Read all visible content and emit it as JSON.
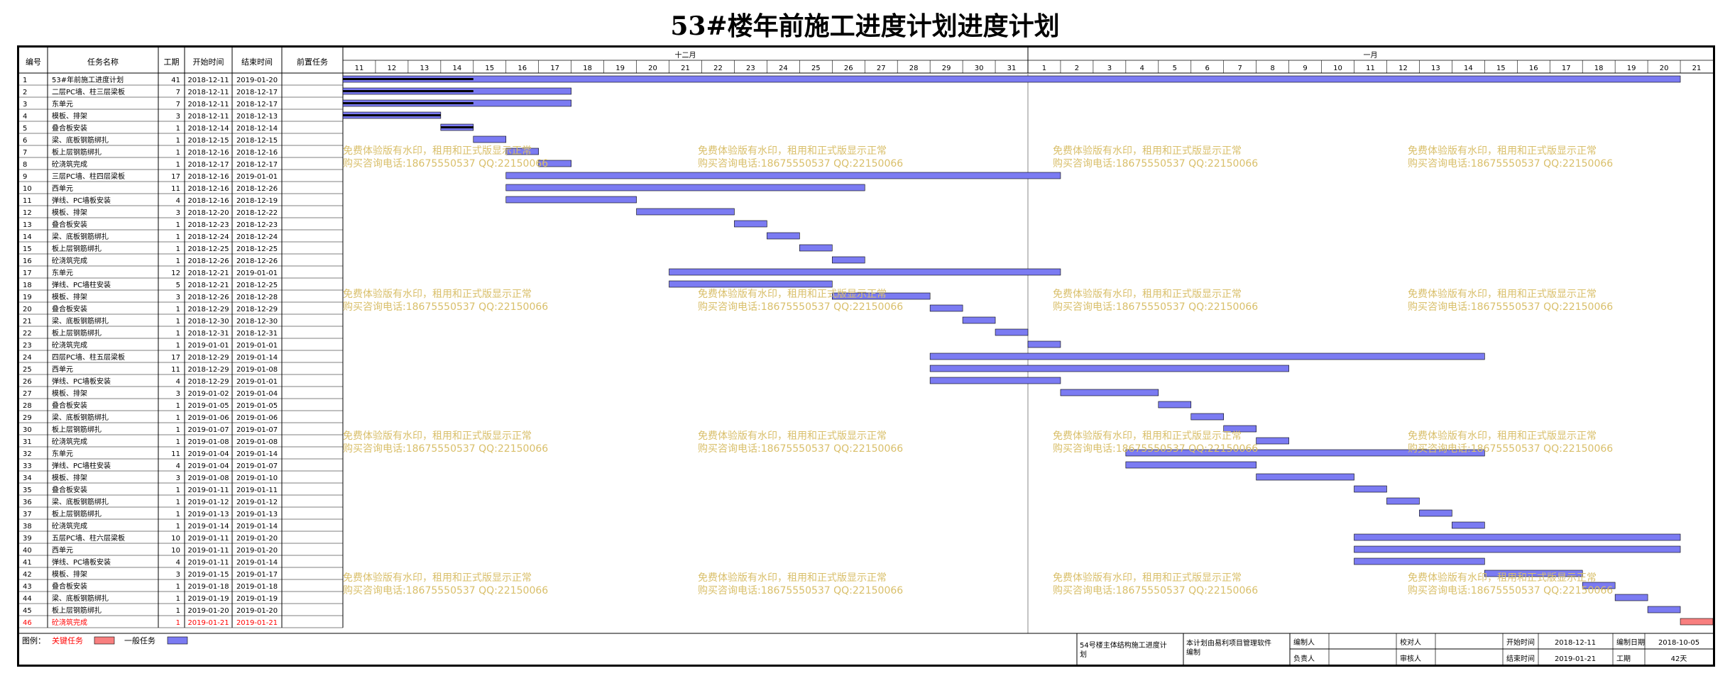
{
  "title": "53#楼年前施工进度计划进度计划",
  "headers": {
    "id": "编号",
    "name": "任务名称",
    "dur": "工期",
    "start": "开始时间",
    "end": "结束时间",
    "pred": "前置任务"
  },
  "months": [
    {
      "label": "十二月",
      "first_day": 11,
      "last_day": 31
    },
    {
      "label": "一月",
      "first_day": 1,
      "last_day": 21
    }
  ],
  "legend": {
    "label": "图例：",
    "critical": "关键任务",
    "normal": "一般任务"
  },
  "watermark": {
    "line1": "免费体验版有水印，租用和正式版显示正常",
    "line2": "购买咨询电话:18675550537 QQ:22150066"
  },
  "footer": {
    "plan_title": "54号楼主体结构施工进度计划",
    "software": "本计划由易利项目管理软件编制",
    "maker": "编制人",
    "checker": "校对人",
    "start_label": "开始时间",
    "start": "2018-12-11",
    "date_label": "编制日期",
    "date": "2018-10-05",
    "owner": "负责人",
    "reviewer": "审核人",
    "end_label": "结束时间",
    "end": "2019-01-21",
    "dur_label": "工期",
    "dur": "42天"
  },
  "chart_data": {
    "type": "gantt",
    "title": "53#楼年前施工进度计划进度计划",
    "x_range": [
      "2018-12-11",
      "2019-01-21"
    ],
    "colors": {
      "normal": "#7b7bf2",
      "critical": "#f87f7f",
      "summary": "#000000",
      "critical_text": "#ff0000"
    },
    "tasks": [
      {
        "id": "1",
        "name": "53#年前施工进度计划",
        "dur": "41",
        "start": "2018-12-11",
        "end": "2019-01-20",
        "summary": true
      },
      {
        "id": "2",
        "name": "二层PC墙、柱三层梁板",
        "dur": "7",
        "start": "2018-12-11",
        "end": "2018-12-17",
        "summary": true
      },
      {
        "id": "3",
        "name": "东单元",
        "dur": "7",
        "start": "2018-12-11",
        "end": "2018-12-17",
        "summary": true
      },
      {
        "id": "4",
        "name": "模板、排架",
        "dur": "3",
        "start": "2018-12-11",
        "end": "2018-12-13",
        "summary": true
      },
      {
        "id": "5",
        "name": "叠合板安装",
        "dur": "1",
        "start": "2018-12-14",
        "end": "2018-12-14",
        "summary": true
      },
      {
        "id": "6",
        "name": "梁、底板钢筋绑扎",
        "dur": "1",
        "start": "2018-12-15",
        "end": "2018-12-15"
      },
      {
        "id": "7",
        "name": "板上层钢筋绑扎",
        "dur": "1",
        "start": "2018-12-16",
        "end": "2018-12-16"
      },
      {
        "id": "8",
        "name": "砼浇筑完成",
        "dur": "1",
        "start": "2018-12-17",
        "end": "2018-12-17"
      },
      {
        "id": "9",
        "name": "三层PC墙、柱四层梁板",
        "dur": "17",
        "start": "2018-12-16",
        "end": "2019-01-01"
      },
      {
        "id": "10",
        "name": "西单元",
        "dur": "11",
        "start": "2018-12-16",
        "end": "2018-12-26"
      },
      {
        "id": "11",
        "name": "弹线、PC墙板安装",
        "dur": "4",
        "start": "2018-12-16",
        "end": "2018-12-19"
      },
      {
        "id": "12",
        "name": "模板、排架",
        "dur": "3",
        "start": "2018-12-20",
        "end": "2018-12-22"
      },
      {
        "id": "13",
        "name": "叠合板安装",
        "dur": "1",
        "start": "2018-12-23",
        "end": "2018-12-23"
      },
      {
        "id": "14",
        "name": "梁、底板钢筋绑扎",
        "dur": "1",
        "start": "2018-12-24",
        "end": "2018-12-24"
      },
      {
        "id": "15",
        "name": "板上层钢筋绑扎",
        "dur": "1",
        "start": "2018-12-25",
        "end": "2018-12-25"
      },
      {
        "id": "16",
        "name": "砼浇筑完成",
        "dur": "1",
        "start": "2018-12-26",
        "end": "2018-12-26"
      },
      {
        "id": "17",
        "name": "东单元",
        "dur": "12",
        "start": "2018-12-21",
        "end": "2019-01-01"
      },
      {
        "id": "18",
        "name": "弹线、PC墙柱安装",
        "dur": "5",
        "start": "2018-12-21",
        "end": "2018-12-25"
      },
      {
        "id": "19",
        "name": "模板、排架",
        "dur": "3",
        "start": "2018-12-26",
        "end": "2018-12-28"
      },
      {
        "id": "20",
        "name": "叠合板安装",
        "dur": "1",
        "start": "2018-12-29",
        "end": "2018-12-29"
      },
      {
        "id": "21",
        "name": "梁、底板钢筋绑扎",
        "dur": "1",
        "start": "2018-12-30",
        "end": "2018-12-30"
      },
      {
        "id": "22",
        "name": "板上层钢筋绑扎",
        "dur": "1",
        "start": "2018-12-31",
        "end": "2018-12-31"
      },
      {
        "id": "23",
        "name": "砼浇筑完成",
        "dur": "1",
        "start": "2019-01-01",
        "end": "2019-01-01"
      },
      {
        "id": "24",
        "name": "四层PC墙、柱五层梁板",
        "dur": "17",
        "start": "2018-12-29",
        "end": "2019-01-14"
      },
      {
        "id": "25",
        "name": "西单元",
        "dur": "11",
        "start": "2018-12-29",
        "end": "2019-01-08"
      },
      {
        "id": "26",
        "name": "弹线、PC墙板安装",
        "dur": "4",
        "start": "2018-12-29",
        "end": "2019-01-01"
      },
      {
        "id": "27",
        "name": "模板、排架",
        "dur": "3",
        "start": "2019-01-02",
        "end": "2019-01-04"
      },
      {
        "id": "28",
        "name": "叠合板安装",
        "dur": "1",
        "start": "2019-01-05",
        "end": "2019-01-05"
      },
      {
        "id": "29",
        "name": "梁、底板钢筋绑扎",
        "dur": "1",
        "start": "2019-01-06",
        "end": "2019-01-06"
      },
      {
        "id": "30",
        "name": "板上层钢筋绑扎",
        "dur": "1",
        "start": "2019-01-07",
        "end": "2019-01-07"
      },
      {
        "id": "31",
        "name": "砼浇筑完成",
        "dur": "1",
        "start": "2019-01-08",
        "end": "2019-01-08"
      },
      {
        "id": "32",
        "name": "东单元",
        "dur": "11",
        "start": "2019-01-04",
        "end": "2019-01-14"
      },
      {
        "id": "33",
        "name": "弹线、PC墙柱安装",
        "dur": "4",
        "start": "2019-01-04",
        "end": "2019-01-07"
      },
      {
        "id": "34",
        "name": "模板、排架",
        "dur": "3",
        "start": "2019-01-08",
        "end": "2019-01-10"
      },
      {
        "id": "35",
        "name": "叠合板安装",
        "dur": "1",
        "start": "2019-01-11",
        "end": "2019-01-11"
      },
      {
        "id": "36",
        "name": "梁、底板钢筋绑扎",
        "dur": "1",
        "start": "2019-01-12",
        "end": "2019-01-12"
      },
      {
        "id": "37",
        "name": "板上层钢筋绑扎",
        "dur": "1",
        "start": "2019-01-13",
        "end": "2019-01-13"
      },
      {
        "id": "38",
        "name": "砼浇筑完成",
        "dur": "1",
        "start": "2019-01-14",
        "end": "2019-01-14"
      },
      {
        "id": "39",
        "name": "五层PC墙、柱六层梁板",
        "dur": "10",
        "start": "2019-01-11",
        "end": "2019-01-20"
      },
      {
        "id": "40",
        "name": "西单元",
        "dur": "10",
        "start": "2019-01-11",
        "end": "2019-01-20"
      },
      {
        "id": "41",
        "name": "弹线、PC墙板安装",
        "dur": "4",
        "start": "2019-01-11",
        "end": "2019-01-14"
      },
      {
        "id": "42",
        "name": "模板、排架",
        "dur": "3",
        "start": "2019-01-15",
        "end": "2019-01-17"
      },
      {
        "id": "43",
        "name": "叠合板安装",
        "dur": "1",
        "start": "2019-01-18",
        "end": "2019-01-18"
      },
      {
        "id": "44",
        "name": "梁、底板钢筋绑扎",
        "dur": "1",
        "start": "2019-01-19",
        "end": "2019-01-19"
      },
      {
        "id": "45",
        "name": "板上层钢筋绑扎",
        "dur": "1",
        "start": "2019-01-20",
        "end": "2019-01-20"
      },
      {
        "id": "46",
        "name": "砼浇筑完成",
        "dur": "1",
        "start": "2019-01-21",
        "end": "2019-01-21",
        "critical": true
      }
    ]
  }
}
